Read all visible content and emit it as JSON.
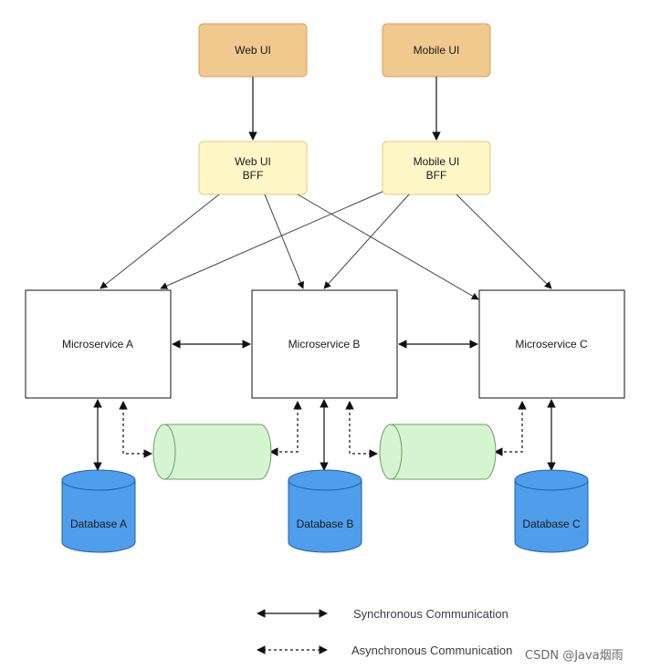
{
  "colors": {
    "ui_fill": "#F0C98E",
    "ui_stroke": "#D9A15A",
    "bff_fill": "#FFF7C6",
    "bff_stroke": "#E0C880",
    "queue_fill": "#D5F5D0",
    "queue_stroke": "#6A9F66",
    "db_fill": "#4F9EEB",
    "db_stroke": "#2060A8",
    "service_fill": "#FFFFFF",
    "service_stroke": "#111111"
  },
  "clients": {
    "web_ui": "Web UI",
    "mobile_ui": "Mobile UI"
  },
  "bffs": {
    "web_bff_line1": "Web UI",
    "web_bff_line2": "BFF",
    "mobile_bff_line1": "Mobile UI",
    "mobile_bff_line2": "BFF"
  },
  "services": {
    "a": "Microservice A",
    "b": "Microservice B",
    "c": "Microservice C"
  },
  "databases": {
    "a": "Database A",
    "b": "Database B",
    "c": "Database C"
  },
  "legend": {
    "sync": "Synchronous Communication",
    "async": "Asynchronous Communication"
  },
  "watermark": "CSDN @Java烟雨"
}
